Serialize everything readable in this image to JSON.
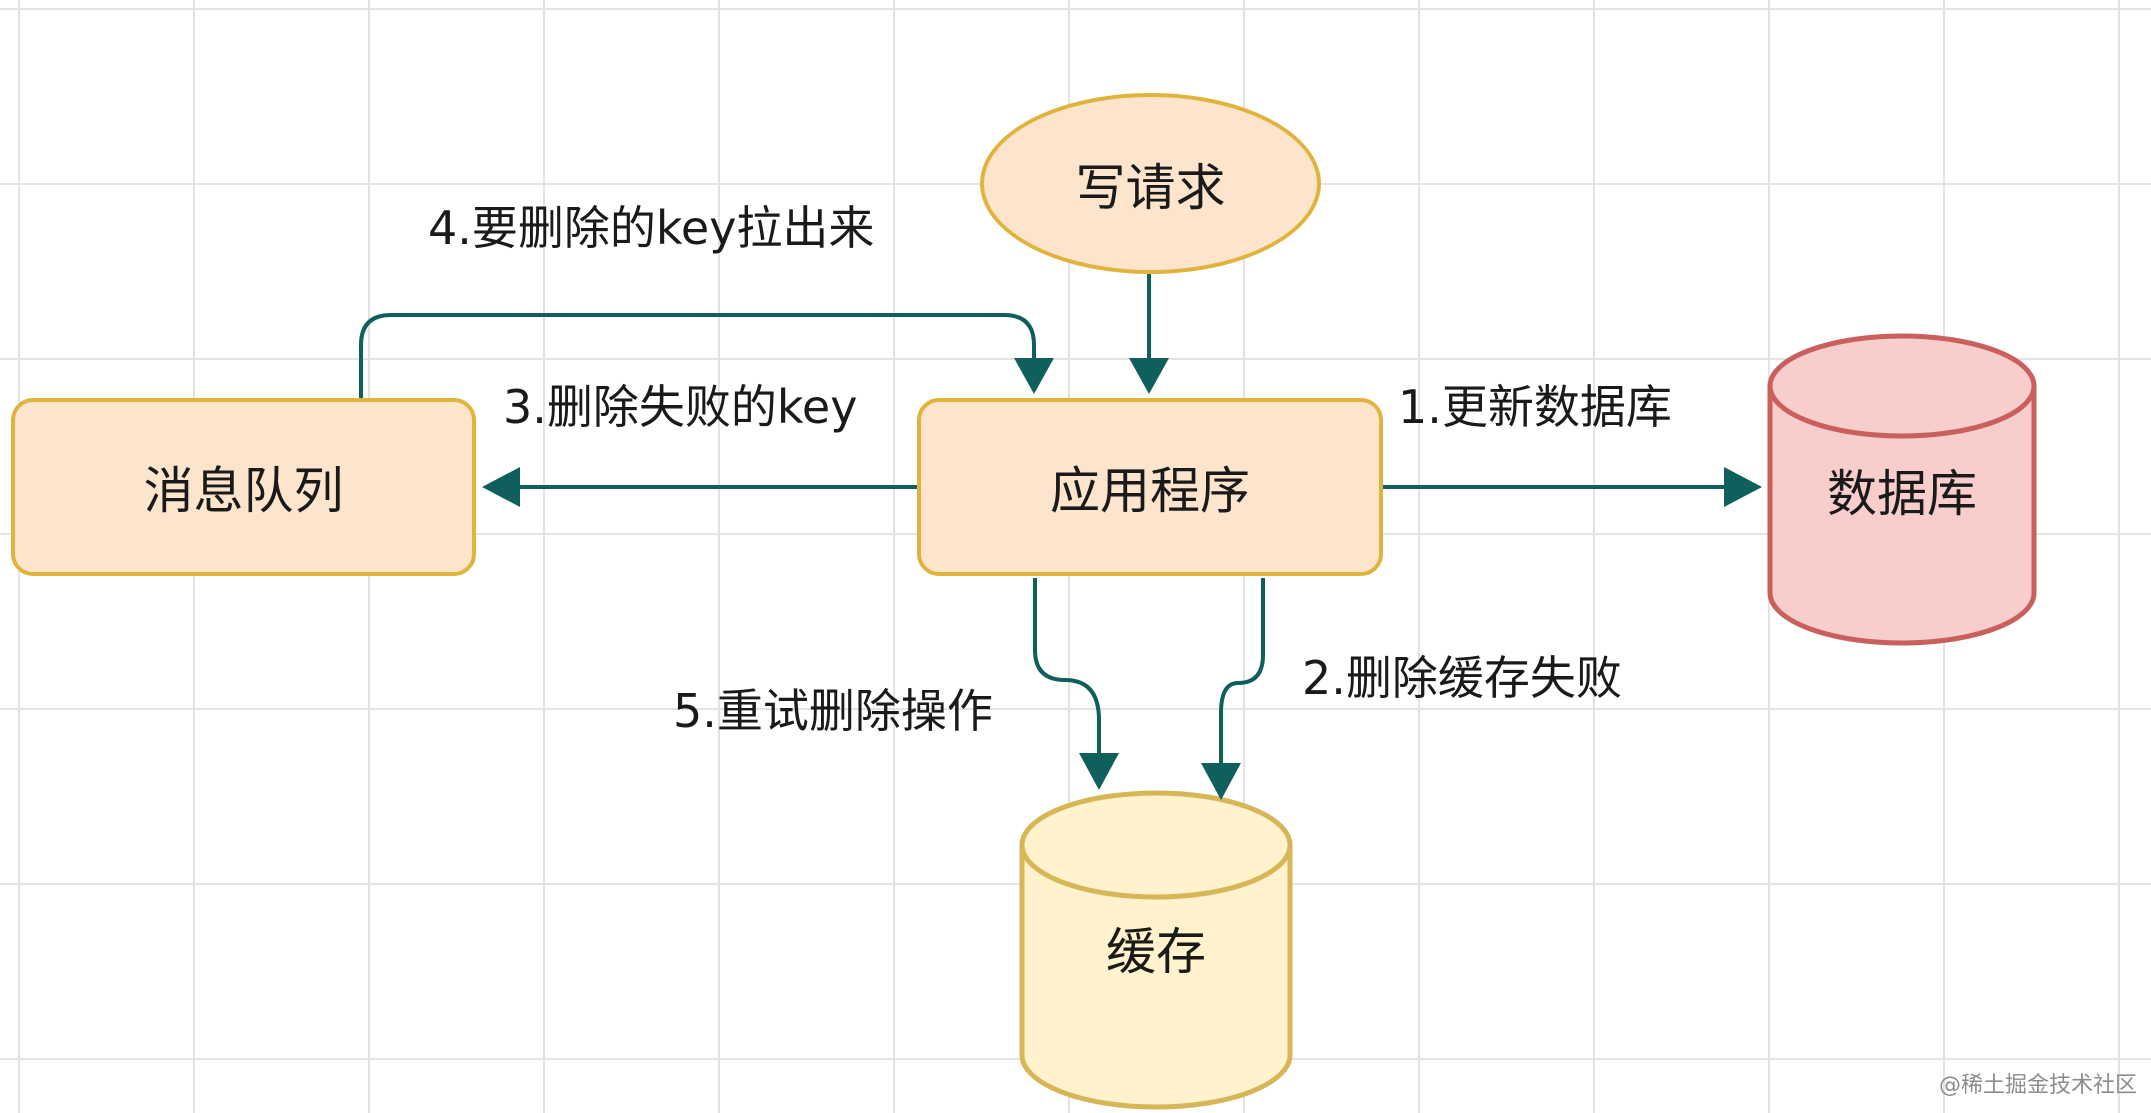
{
  "diagram": {
    "nodes": {
      "write_request": "写请求",
      "application": "应用程序",
      "message_queue": "消息队列",
      "database": "数据库",
      "cache": "缓存"
    },
    "edges": {
      "update_db": "1.更新数据库",
      "delete_cache_failed": "2.删除缓存失败",
      "delete_failed_key": "3.删除失败的key",
      "pull_key": "4.要删除的key拉出来",
      "retry_delete": "5.重试删除操作"
    },
    "colors": {
      "node_fill": "#fde5cd",
      "node_stroke": "#e0b43a",
      "database_fill": "#f8cecc",
      "database_stroke": "#c9605e",
      "cache_fill": "#fff2cc",
      "cache_stroke": "#d6b656",
      "edge": "#0f5f5c",
      "grid": "#e3e3e3"
    }
  },
  "watermark": "@稀土掘金技术社区"
}
